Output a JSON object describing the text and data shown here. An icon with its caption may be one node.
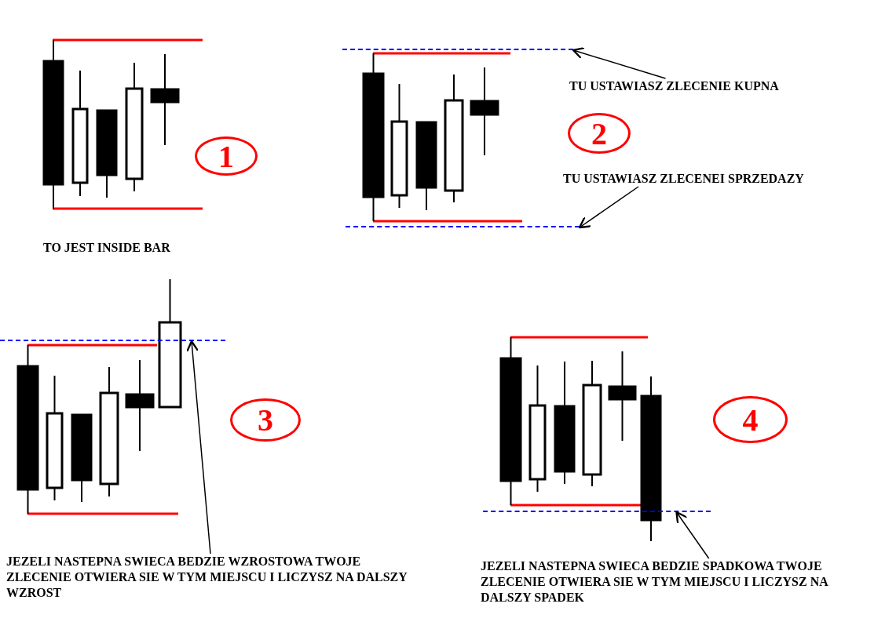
{
  "diagram": {
    "nodes": [
      {
        "text": [
          "1"
        ]
      },
      {
        "text": [],
        "shape": "line"
      },
      {
        "text": [
          "TU USTAWIASZ ZLECENIE KUPNA"
        ]
      },
      {
        "text": [
          "2"
        ]
      },
      {
        "text": [
          "TU USTAWIASZ ZLECENEI SPRZEDAZY"
        ]
      },
      {
        "text": [],
        "shape": "line"
      },
      {
        "text": [],
        "shape": "line"
      },
      {
        "text": [
          "3"
        ]
      },
      {
        "text": [
          "JEZELI NASTEPNA SWIECA BEDZIE WZROSTOWA TWOJE ZLECENIE OTWIERA SIE W TYM MIEJSCU I LICZYSZ NA DALSZY WZROST"
        ]
      },
      {
        "text": [],
        "shape": "line"
      },
      {
        "text": [
          "4"
        ]
      },
      {
        "text": [
          "JEZELI NASTEPNA SWIECA BEDZIE SPADKOWA TWOJE ZLECENIE OTWIERA SIE W TYM MIEJSCU I LICZYSZ NA DALSZY SPADEK"
        ]
      }
    ],
    "edges": [
      {
        "from": 2,
        "to": 1,
        "arrow": "to"
      },
      {
        "from": 4,
        "to": 5,
        "arrow": "to"
      },
      {
        "from": 8,
        "to": 6,
        "arrow": "to"
      },
      {
        "from": 11,
        "to": 9,
        "arrow": "to"
      }
    ],
    "labels": [
      "TO JEST INSIDE BAR"
    ]
  }
}
